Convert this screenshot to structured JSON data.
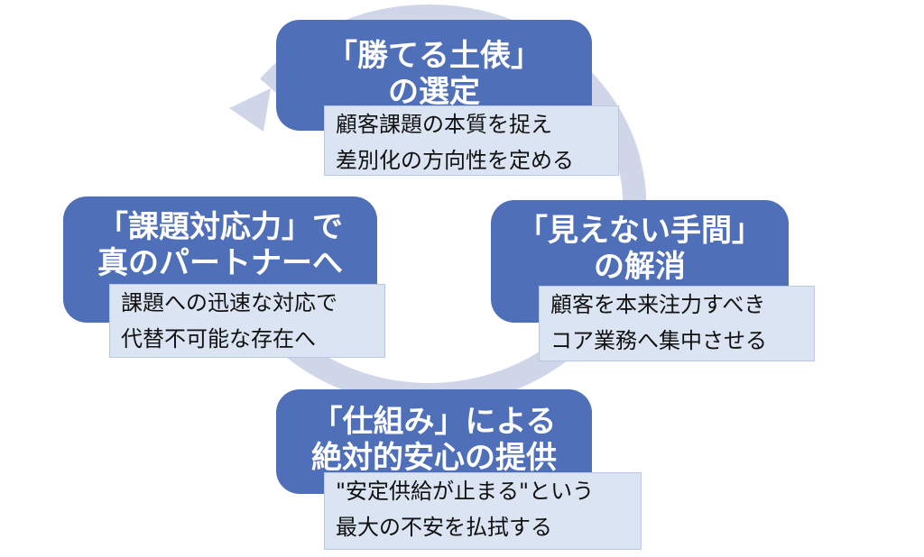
{
  "colors": {
    "node_fill": "#4f6fb9",
    "note_fill": "#dbe4f2",
    "cycle_arrow": "#ced6e8"
  },
  "nodes": {
    "top": {
      "title_lines": [
        "「勝てる土俵」",
        "の選定"
      ],
      "note_lines": [
        "顧客課題の本質を捉え",
        "差別化の方向性を定める"
      ]
    },
    "right": {
      "title_lines": [
        "「見えない手間」",
        "の解消"
      ],
      "note_lines": [
        "顧客を本来注力すべき",
        "コア業務へ集中させる"
      ]
    },
    "bottom": {
      "title_lines": [
        "「仕組み」による",
        "絶対的安心の提供"
      ],
      "note_lines": [
        "\"安定供給が止まる\"という",
        "最大の不安を払拭する"
      ]
    },
    "left": {
      "title_lines": [
        "「課題対応力」で",
        "真のパートナーへ"
      ],
      "note_lines": [
        "課題への迅速な対応で",
        "代替不可能な存在へ"
      ]
    }
  }
}
